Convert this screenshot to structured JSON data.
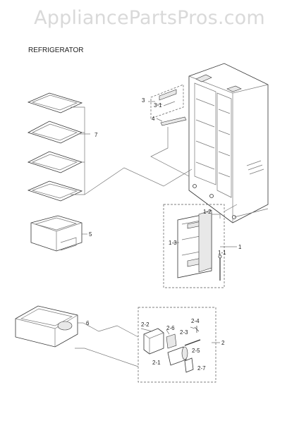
{
  "watermark": "AppliancePartsPros.com",
  "section_title": "REFRIGERATOR",
  "callouts": {
    "c1": "1",
    "c1_1": "1-1",
    "c1_2": "1-2",
    "c1_3": "1-3",
    "c2": "2",
    "c2_1": "2-1",
    "c2_2": "2-2",
    "c2_3": "2-3",
    "c2_4": "2-4",
    "c2_5": "2-5",
    "c2_6": "2-6",
    "c2_7": "2-7",
    "c3": "3",
    "c3_1": "3-1",
    "c4": "4",
    "c5": "5",
    "c6": "6",
    "c7": "7"
  }
}
